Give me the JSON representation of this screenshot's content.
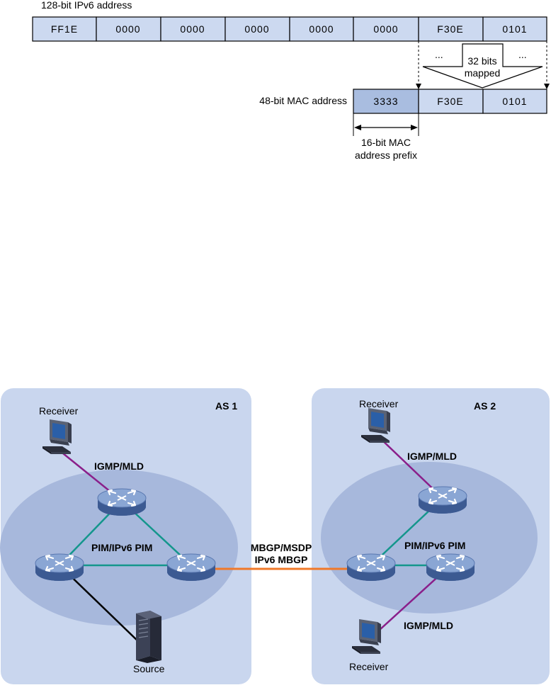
{
  "top_diagram": {
    "ipv6_label": "128-bit IPv6 address",
    "ipv6_cells": [
      "FF1E",
      "0000",
      "0000",
      "0000",
      "0000",
      "0000",
      "F30E",
      "0101"
    ],
    "ellipsis_left": "...",
    "ellipsis_right": "...",
    "mapped_line1": "32 bits",
    "mapped_line2": "mapped",
    "mac_label": "48-bit MAC address",
    "mac_cells": [
      "3333",
      "F30E",
      "0101"
    ],
    "prefix_line1": "16-bit MAC",
    "prefix_line2": "address prefix",
    "colors": {
      "cell_fill": "#ccd9f0",
      "prefix_fill": "#a9bde0",
      "stroke": "#000000"
    }
  },
  "bottom_diagram": {
    "as1": {
      "title": "AS 1",
      "receiver_label": "Receiver",
      "igmp_label": "IGMP/MLD",
      "pim_label": "PIM/IPv6 PIM",
      "source_label": "Source"
    },
    "as2": {
      "title": "AS 2",
      "receiver_top_label": "Receiver",
      "igmp_top_label": "IGMP/MLD",
      "pim_label": "PIM/IPv6 PIM",
      "igmp_bottom_label": "IGMP/MLD",
      "receiver_bottom_label": "Receiver"
    },
    "link_label_line1": "MBGP/MSDP",
    "link_label_line2": "IPv6 MBGP",
    "colors": {
      "as_panel": "#c9d6ee",
      "pim_domain": "#a7b8dc",
      "pim_link": "#14968c",
      "igmp_link": "#8a1f8a",
      "inter_as_link": "#f07828",
      "source_link": "#000000"
    }
  }
}
